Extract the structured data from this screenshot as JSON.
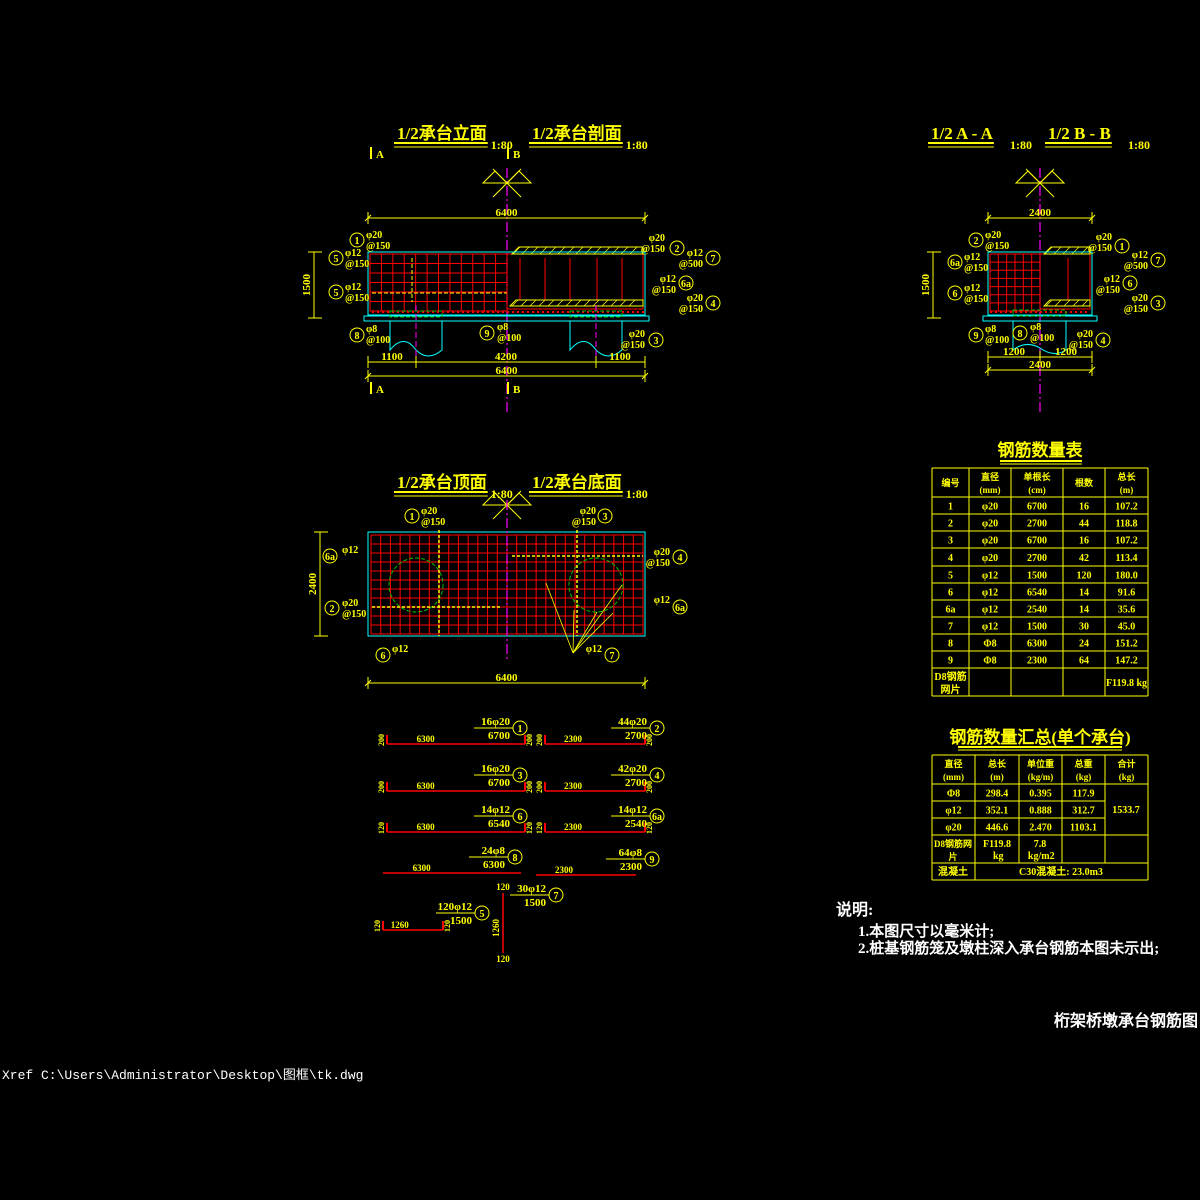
{
  "views": {
    "elevation": {
      "title": "1/2承台立面",
      "scale": "1:80"
    },
    "section": {
      "title": "1/2承台剖面",
      "scale": "1:80"
    },
    "aa": {
      "title": "1/2 A - A",
      "scale": "1:80"
    },
    "bb": {
      "title": "1/2 B - B",
      "scale": "1:80"
    },
    "top": {
      "title": "1/2承台顶面",
      "scale": "1:80"
    },
    "bottom": {
      "title": "1/2承台底面",
      "scale": "1:80"
    }
  },
  "section_marks": {
    "a": "A",
    "b": "B"
  },
  "dims": {
    "d6400": "6400",
    "d1500": "1500",
    "d1100": "1100",
    "d4200": "4200",
    "d2400": "2400",
    "d1200": "1200"
  },
  "callouts": {
    "elevation": [
      {
        "num": "1",
        "spec": "φ20",
        "spacing": "@150"
      },
      {
        "num": "5",
        "spec": "φ12",
        "spacing": "@150"
      },
      {
        "num": "5",
        "spec": "φ12",
        "spacing": "@150"
      },
      {
        "num": "8",
        "spec": "φ8",
        "spacing": "@100"
      },
      {
        "num": "9",
        "spec": "φ8",
        "spacing": "@100"
      },
      {
        "num": "2",
        "spec": "φ20",
        "spacing": "@150"
      },
      {
        "num": "7",
        "spec": "φ12",
        "spacing": "@500"
      },
      {
        "num": "6a",
        "spec": "φ12",
        "spacing": "@150"
      },
      {
        "num": "4",
        "spec": "φ20",
        "spacing": "@150"
      },
      {
        "num": "3",
        "spec": "φ20",
        "spacing": "@150"
      }
    ],
    "aa": [
      {
        "num": "2",
        "spec": "φ20",
        "spacing": "@150"
      },
      {
        "num": "6a",
        "spec": "φ12",
        "spacing": "@150"
      },
      {
        "num": "6",
        "spec": "φ12",
        "spacing": "@150"
      },
      {
        "num": "9",
        "spec": "φ8",
        "spacing": "@100"
      },
      {
        "num": "8",
        "spec": "φ8",
        "spacing": "@100"
      },
      {
        "num": "1",
        "spec": "φ20",
        "spacing": "@150"
      },
      {
        "num": "7",
        "spec": "φ12",
        "spacing": "@500"
      },
      {
        "num": "6",
        "spec": "φ12",
        "spacing": "@150"
      },
      {
        "num": "3",
        "spec": "φ20",
        "spacing": "@150"
      },
      {
        "num": "4",
        "spec": "φ20",
        "spacing": "@150"
      }
    ],
    "plan": [
      {
        "num": "1",
        "spec": "φ20",
        "spacing": "@150"
      },
      {
        "num": "3",
        "spec": "φ20",
        "spacing": "@150"
      },
      {
        "num": "6a",
        "spec": "φ12",
        "spacing": ""
      },
      {
        "num": "4",
        "spec": "φ20",
        "spacing": "@150"
      },
      {
        "num": "2",
        "spec": "φ20",
        "spacing": "@150"
      },
      {
        "num": "6a",
        "spec": "φ12",
        "spacing": ""
      },
      {
        "num": "6",
        "spec": "φ12",
        "spacing": ""
      },
      {
        "num": "7",
        "spec": "φ12",
        "spacing": ""
      }
    ]
  },
  "bar_shapes": [
    {
      "num": "1",
      "count": "16φ20",
      "length": "6700",
      "straight": "6300",
      "hook": "200"
    },
    {
      "num": "2",
      "count": "44φ20",
      "length": "2700",
      "straight": "2300",
      "hook": "200"
    },
    {
      "num": "3",
      "count": "16φ20",
      "length": "6700",
      "straight": "6300",
      "hook": "200"
    },
    {
      "num": "4",
      "count": "42φ20",
      "length": "2700",
      "straight": "2300",
      "hook": "200"
    },
    {
      "num": "6",
      "count": "14φ12",
      "length": "6540",
      "straight": "6300",
      "hook": "120"
    },
    {
      "num": "6a",
      "count": "14φ12",
      "length": "2540",
      "straight": "2300",
      "hook": "120"
    },
    {
      "num": "8",
      "count": "24φ8",
      "length": "6300",
      "straight": "6300",
      "hook": ""
    },
    {
      "num": "9",
      "count": "64φ8",
      "length": "2300",
      "straight": "2300",
      "hook": ""
    },
    {
      "num": "5",
      "count": "120φ12",
      "length": "1500",
      "straight": "1260",
      "hook": "120"
    },
    {
      "num": "7",
      "count": "30φ12",
      "length": "1500",
      "straight": "1260",
      "hook": "120"
    }
  ],
  "table1": {
    "title": "钢筋数量表",
    "headers": [
      "编号",
      "直径\n(mm)",
      "单根长\n(cm)",
      "根数",
      "总长\n(m)"
    ],
    "rows": [
      [
        "1",
        "φ20",
        "6700",
        "16",
        "107.2"
      ],
      [
        "2",
        "φ20",
        "2700",
        "44",
        "118.8"
      ],
      [
        "3",
        "φ20",
        "6700",
        "16",
        "107.2"
      ],
      [
        "4",
        "φ20",
        "2700",
        "42",
        "113.4"
      ],
      [
        "5",
        "φ12",
        "1500",
        "120",
        "180.0"
      ],
      [
        "6",
        "φ12",
        "6540",
        "14",
        "91.6"
      ],
      [
        "6a",
        "φ12",
        "2540",
        "14",
        "35.6"
      ],
      [
        "7",
        "φ12",
        "1500",
        "30",
        "45.0"
      ],
      [
        "8",
        "Φ8",
        "6300",
        "24",
        "151.2"
      ],
      [
        "9",
        "Φ8",
        "2300",
        "64",
        "147.2"
      ],
      [
        "D8钢筋\n网片",
        "",
        "",
        "",
        "F119.8 kg"
      ]
    ]
  },
  "table2": {
    "title": "钢筋数量汇总(单个承台)",
    "headers": [
      "直径\n(mm)",
      "总长\n(m)",
      "单位重\n(kg/m)",
      "总重\n(kg)",
      "合计\n(kg)"
    ],
    "rows": [
      [
        "Φ8",
        "298.4",
        "0.395",
        "117.9"
      ],
      [
        "φ12",
        "352.1",
        "0.888",
        "312.7"
      ],
      [
        "φ20",
        "446.6",
        "2.470",
        "1103.1"
      ]
    ],
    "total": "1533.7",
    "mesh": [
      "D8钢筋网\n片",
      "F119.8 kg",
      "7.8 kg/m2"
    ],
    "concrete": [
      "混凝土",
      "C30混凝土: 23.0m3"
    ]
  },
  "notes": {
    "heading": "说明:",
    "items": [
      "1.本图尺寸以毫米计;",
      "2.桩基钢筋笼及墩柱深入承台钢筋本图未示出;"
    ]
  },
  "drawing_title": "桁架桥墩承台钢筋图",
  "xref": "Xref C:\\Users\\Administrator\\Desktop\\图框\\tk.dwg",
  "colors": {
    "bg": "#000000",
    "text": "#ffff00",
    "rebar": "#ff0000",
    "outline": "#00ffff",
    "centerline": "#ff00ff",
    "pile_cap": "#00c000"
  }
}
